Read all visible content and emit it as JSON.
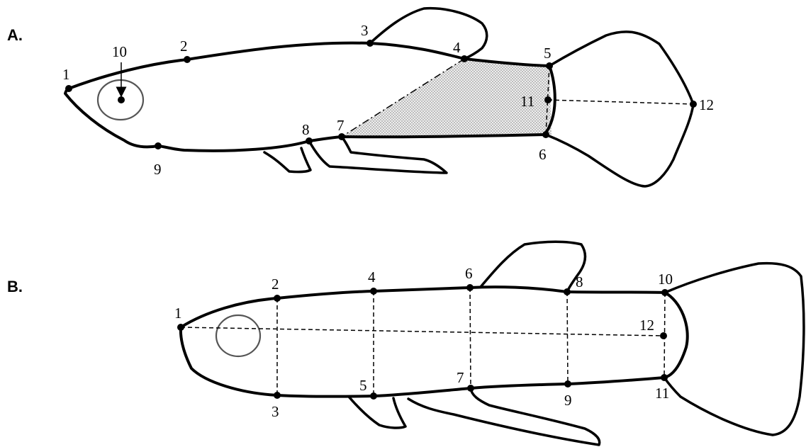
{
  "panels": [
    {
      "label": "A.",
      "landmarks": [
        "1",
        "2",
        "3",
        "4",
        "5",
        "6",
        "7",
        "8",
        "9",
        "10",
        "11",
        "12"
      ]
    },
    {
      "label": "B.",
      "landmarks": [
        "1",
        "2",
        "3",
        "4",
        "5",
        "6",
        "7",
        "8",
        "9",
        "10",
        "11",
        "12"
      ]
    }
  ],
  "colors": {
    "outline": "#000000",
    "eye": "#555555",
    "shaded_region": "#d9d9d9"
  }
}
